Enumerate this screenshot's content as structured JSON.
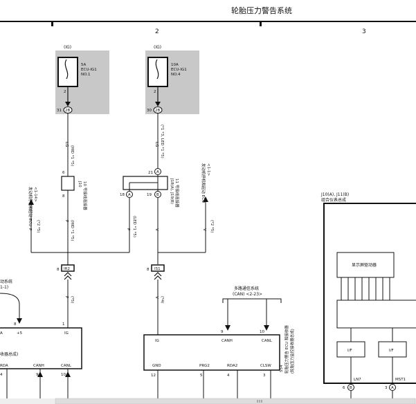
{
  "header": {
    "title": "轮胎压力警告系统",
    "columns": [
      "2",
      "3"
    ]
  },
  "fuses": [
    {
      "power": "(IG)",
      "rating": "5A",
      "name": "ECU-IG1",
      "no": "NO.1",
      "pin_top": "2",
      "pin_bottom": "2",
      "conn_pin": "31",
      "conn": "2B"
    },
    {
      "power": "(IG)",
      "rating": "10A",
      "name": "ECU-IG1",
      "no": "NO.4",
      "pin_top": "2",
      "pin_bottom": "2",
      "conn_pin": "30",
      "conn": "2B"
    }
  ],
  "wires": {
    "lg": "LG",
    "p": "P",
    "v": "V",
    "hd1": "(HID *1 *5)",
    "hd2": "(HID *1 *5)",
    "led1": "(*1 *3, LED *1 *5)",
    "led2": "(LED *1 *5)",
    "star2_left": "(*2 *5)",
    "star2_right": "(*2 *5)",
    "star5": "(*5)",
    "star4": "(*4)"
  },
  "connectors": {
    "j10": {
      "pins_top": "6",
      "pins_bottom": "8",
      "label_code": "J10",
      "label_text": "10 号接线连接器"
    },
    "j18": {
      "pins_top": "21",
      "pins_left": "18",
      "pins_right": "19",
      "pin_a": "A",
      "pin_b": "B",
      "label_code": "J18(A), J19(B)",
      "label_text": "11 号接线连接器"
    },
    "ir2": "IR2",
    "is1": "IS1"
  },
  "side_labels": {
    "left_ecu": "发动机停机和起动 ECU",
    "left_ecu_pin": "<1-14>",
    "right_ecu": "发动机停机和起动 ECU",
    "right_ecu_pin": "<1-1>"
  },
  "combo_meter": {
    "code": "J10(A), J11(B)",
    "name": "组合仪表总成",
    "driver": "显示屏驱动器",
    "if_labels": [
      "I/F",
      "I/F"
    ],
    "pins": [
      {
        "label": "LN7",
        "num": "6",
        "conn": "B"
      },
      {
        "label": "MST1",
        "num": "3",
        "conn": "A"
      }
    ]
  },
  "mux": {
    "title": "多路通信系统",
    "ref": "(CAN) <2-23>"
  },
  "left_ecu_box": {
    "frag_top": "动系统",
    "frag_ref": "1-1)",
    "pin_left": "A",
    "pin_ps": "+5",
    "pin_ig": "IG",
    "pin_ps_num": "8",
    "pin_ig_num": "1",
    "body": "收器总成)",
    "bottom_pins": [
      "RDA",
      "CANH",
      "CANL"
    ],
    "bottom_nums": [
      "4",
      "9",
      "10"
    ]
  },
  "tpms_receiver": {
    "top_pins": [
      "IG",
      "CANH",
      "CANL"
    ],
    "top_nums": [
      "9",
      "10"
    ],
    "bottom_pins": [
      "GND",
      "PRG2",
      "RDA2",
      "CLSW"
    ],
    "bottom_nums": [
      "12",
      "5",
      "4",
      "3"
    ],
    "side_code": "S54",
    "side_label_1": "轮胎压力警告 ECU 和接收器",
    "side_label_2": "(轮胎压力监控接收器总成)"
  },
  "colors": {
    "line": "#111111",
    "fuse_bg": "#c8c8c8"
  }
}
